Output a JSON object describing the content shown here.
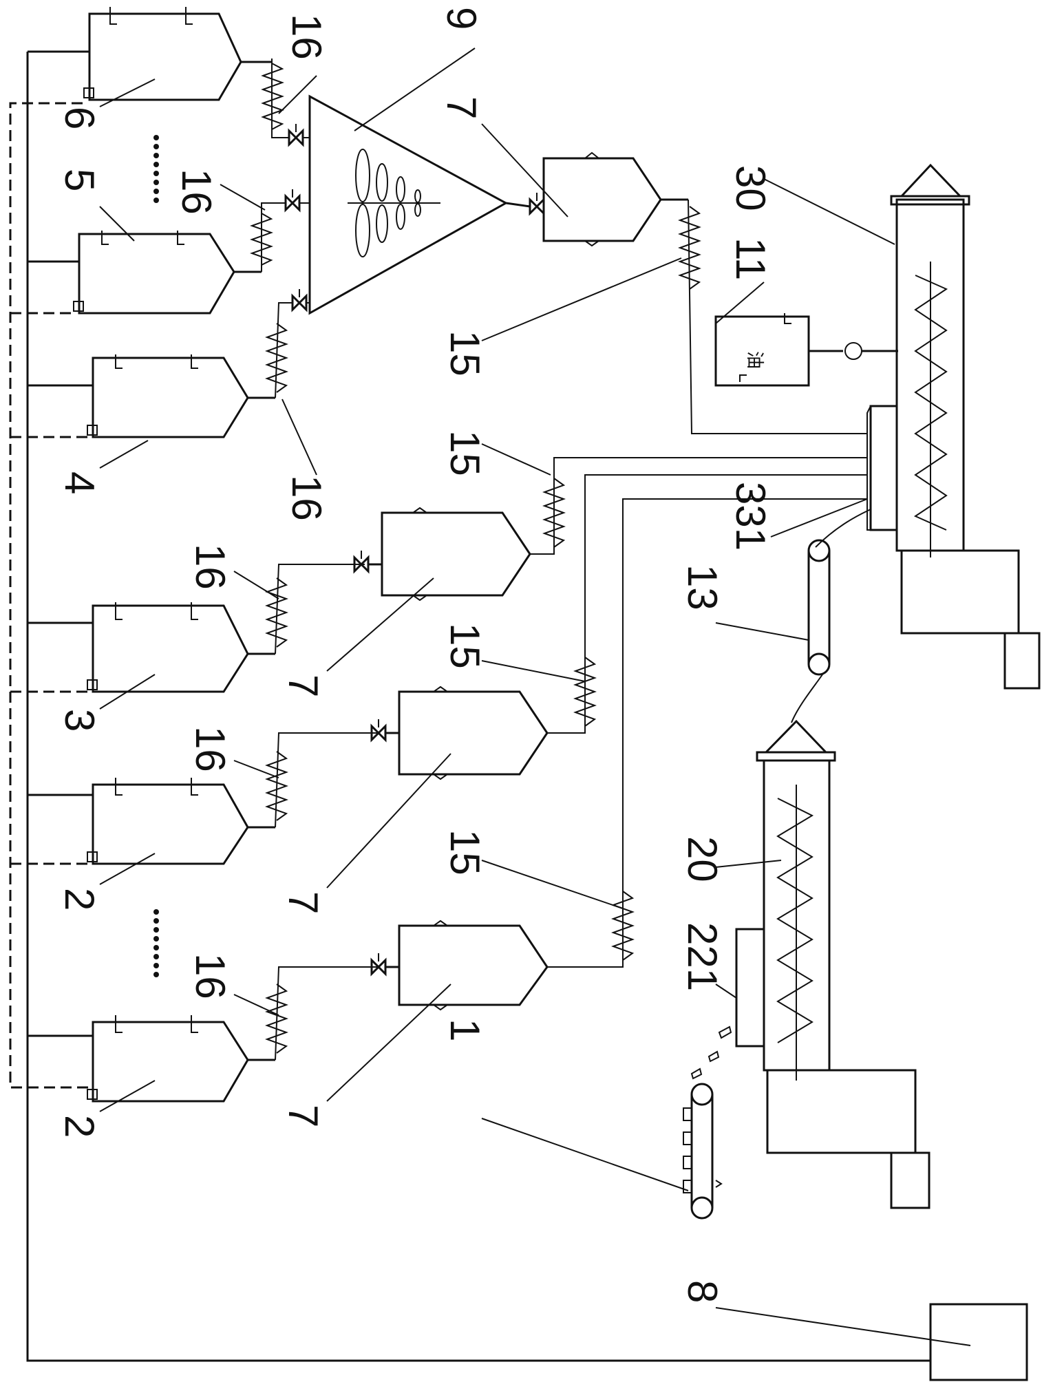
{
  "labels": {
    "l1": "1",
    "l2a": "2",
    "l2b": "2",
    "l3": "3",
    "l4": "4",
    "l5": "5",
    "l6": "6",
    "l7a": "7",
    "l7b": "7",
    "l7c": "7",
    "l7d": "7",
    "l8": "8",
    "l9": "9",
    "l11": "11",
    "l13": "13",
    "l15a": "15",
    "l15b": "15",
    "l15c": "15",
    "l15d": "15",
    "l16a": "16",
    "l16b": "16",
    "l16c": "16",
    "l16d": "16",
    "l16e": "16",
    "l16f": "16",
    "l20": "20",
    "l30": "30",
    "l221": "221",
    "l331": "331"
  },
  "oil_tank_text": "油"
}
